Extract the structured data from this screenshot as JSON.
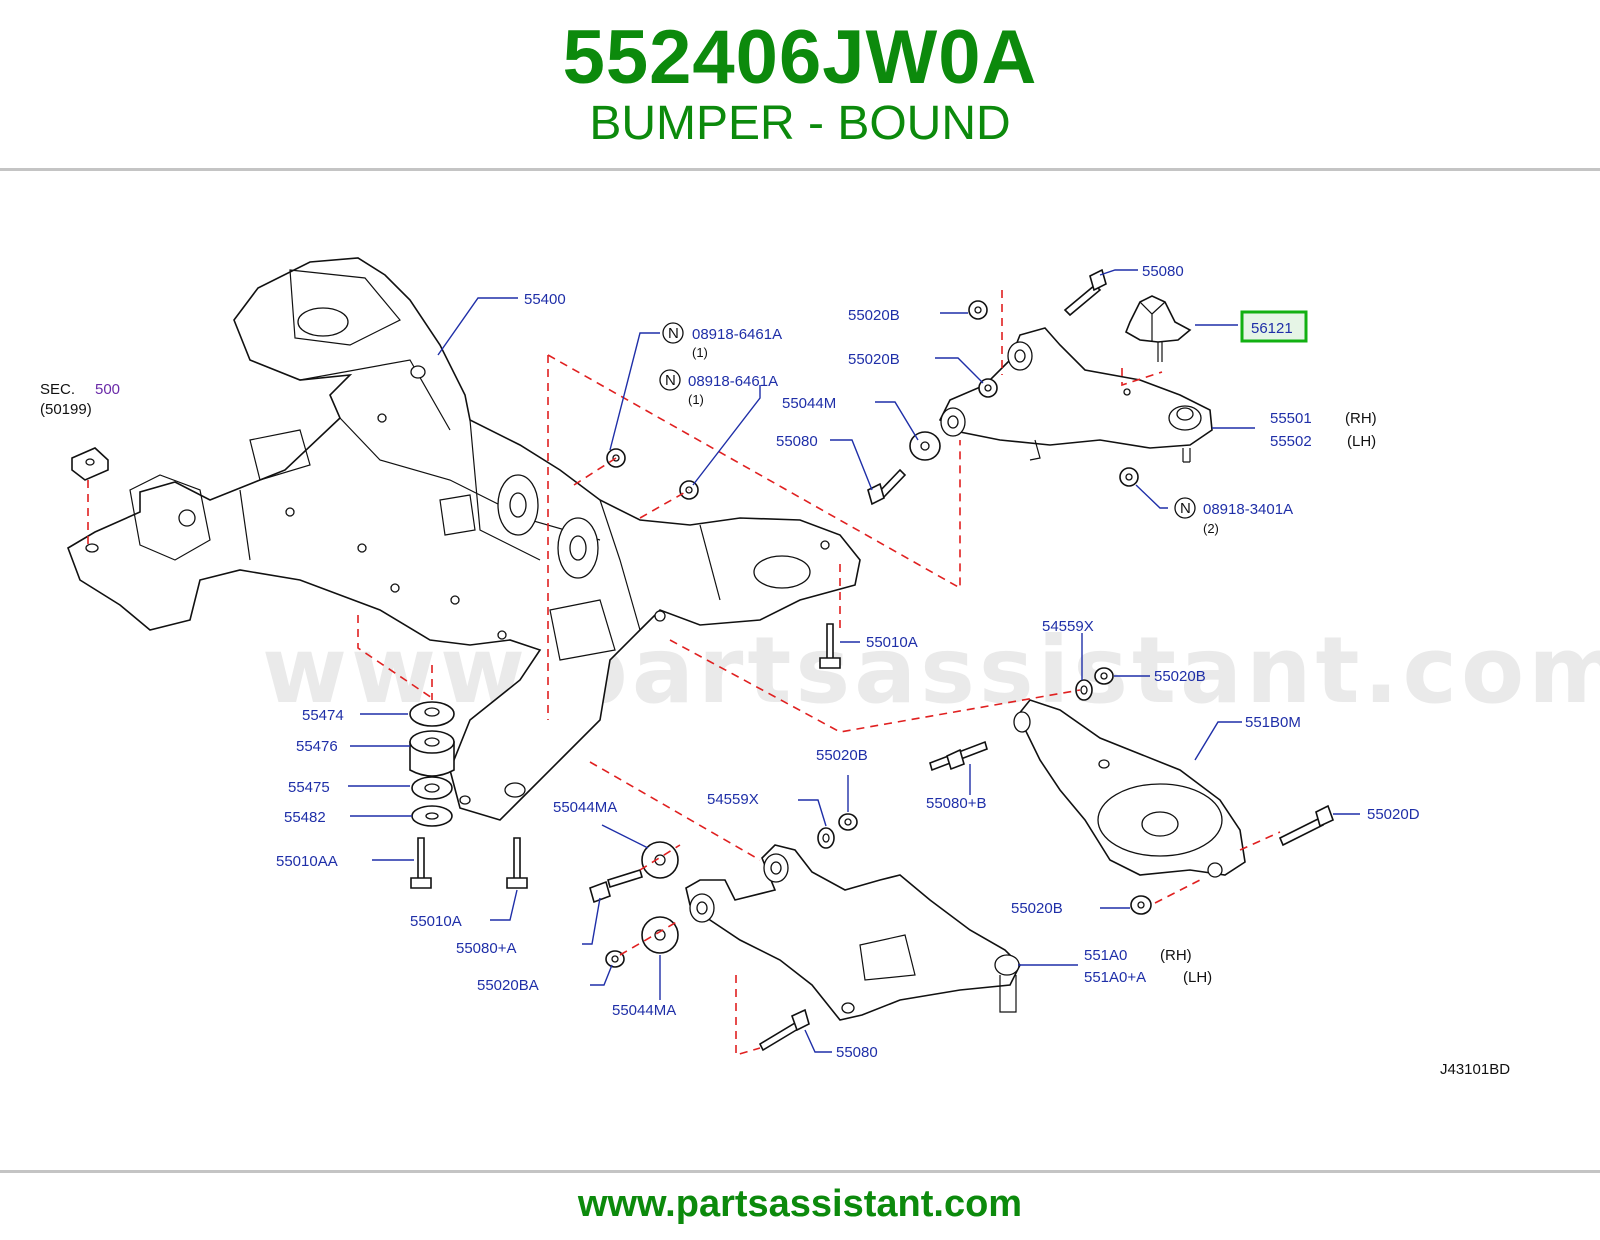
{
  "header": {
    "part_number": "552406JW0A",
    "part_name": "BUMPER - BOUND"
  },
  "footer": {
    "url": "www.partsassistant.com"
  },
  "watermark": "www.partsassistant.com",
  "diagram_code": "J43101BD",
  "highlight_color": "#12b012",
  "sec_ref": {
    "prefix": "SEC.",
    "number": "500",
    "sub": "(50199)"
  },
  "callouts": {
    "c55400": "55400",
    "c55080_top": "55080",
    "c55020B_1": "55020B",
    "c55020B_2": "55020B",
    "c56121": "56121",
    "c55044M": "55044M",
    "c55080_mid": "55080",
    "c55501": "55501",
    "c55501_side": "(RH)",
    "c55502": "55502",
    "c55502_side": "(LH)",
    "c08918_6461A_1": "08918-6461A",
    "c08918_6461A_1_qty": "(1)",
    "c08918_6461A_2": "08918-6461A",
    "c08918_6461A_2_qty": "(1)",
    "c08918_3401A": "08918-3401A",
    "c08918_3401A_qty": "(2)",
    "c55010A_right": "55010A",
    "c54559X_top": "54559X",
    "c55020B_3": "55020B",
    "c551B0M": "551B0M",
    "c55474": "55474",
    "c55476": "55476",
    "c55475": "55475",
    "c55482": "55482",
    "c55010AA": "55010AA",
    "c55010A_left": "55010A",
    "c55020B_4": "55020B",
    "c55044MA_1": "55044MA",
    "c54559X_mid": "54559X",
    "c55080B": "55080+B",
    "c55020D": "55020D",
    "c55080A": "55080+A",
    "c55020B_5": "55020B",
    "c55020BA": "55020BA",
    "c55044MA_2": "55044MA",
    "c551A0": "551A0",
    "c551A0_side": "(RH)",
    "c551A0A": "551A0+A",
    "c551A0A_side": "(LH)",
    "c55080_bottom": "55080",
    "n_symbol": "N"
  }
}
